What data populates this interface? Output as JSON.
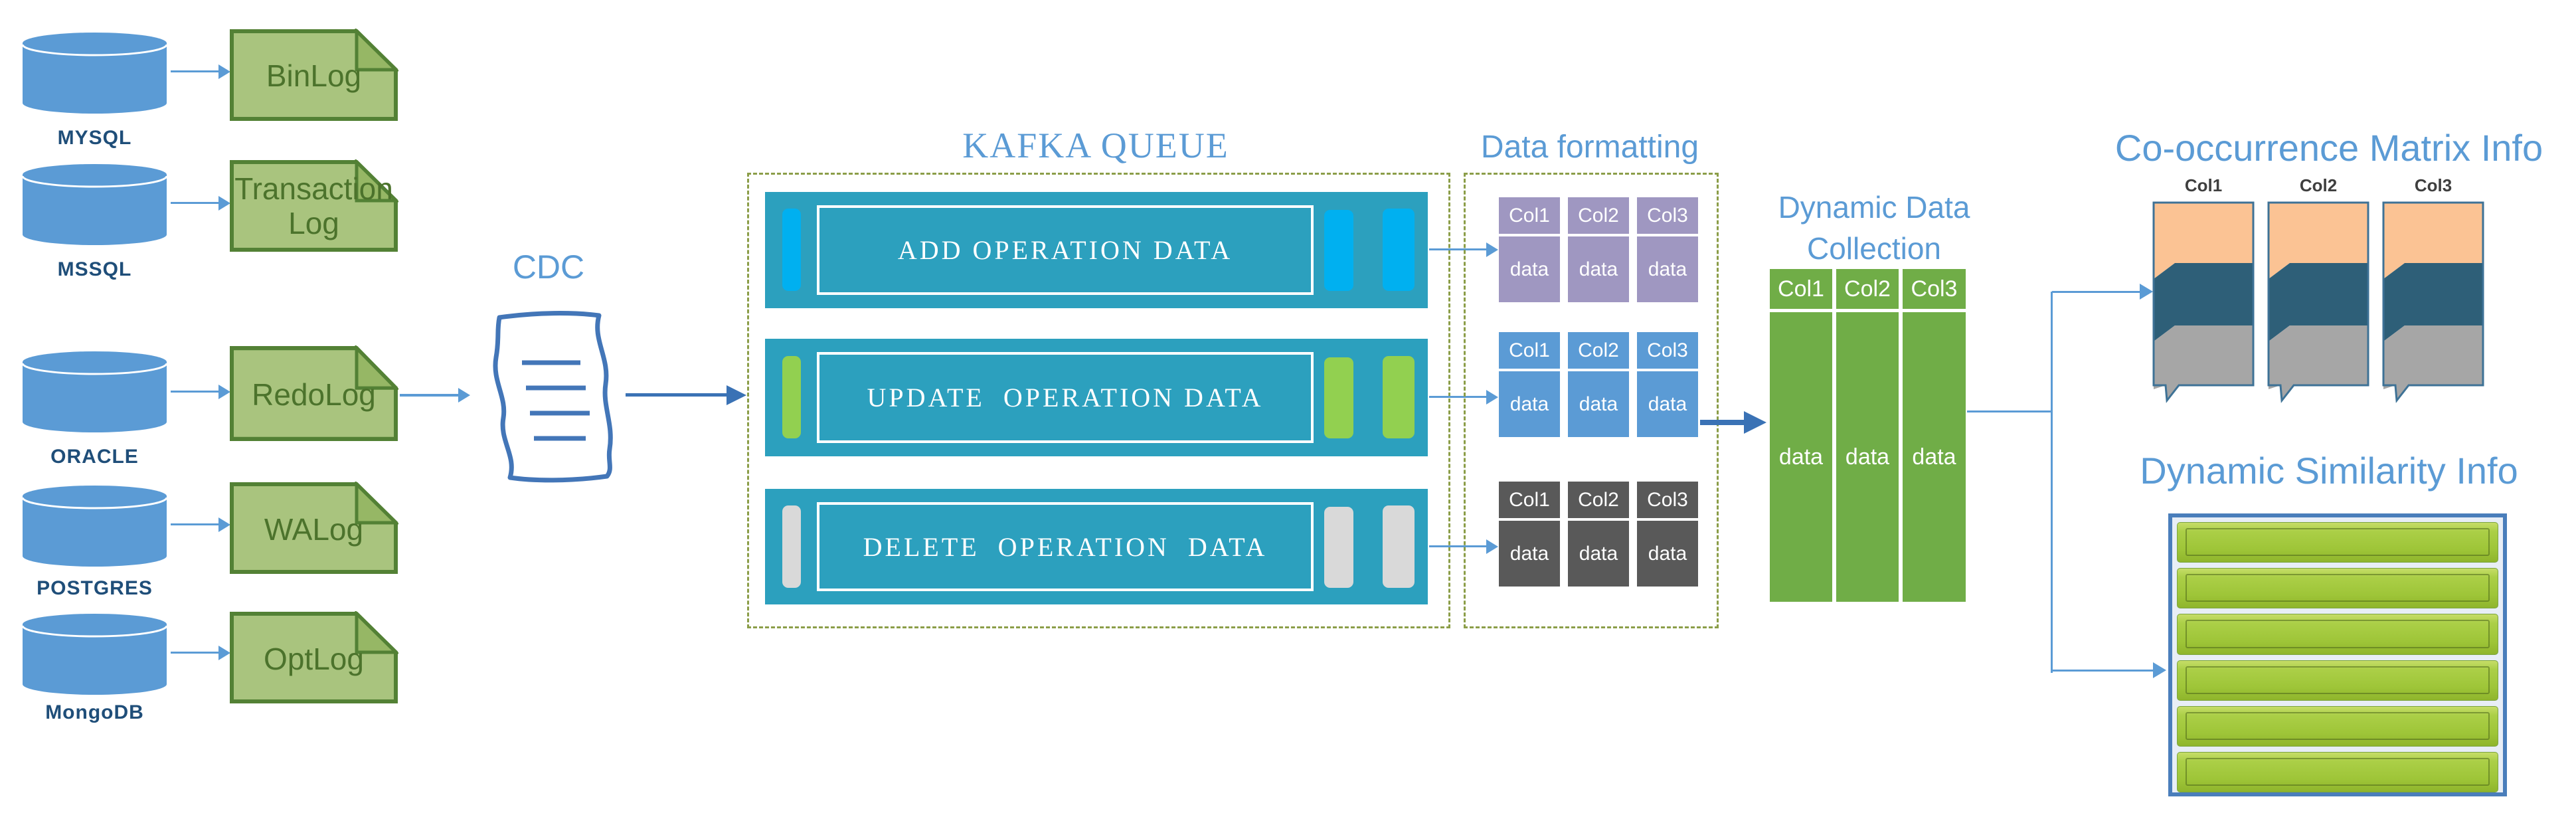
{
  "palette": {
    "cylinder_blue": "#5B9BD5",
    "db_label_navy": "#1F4E79",
    "log_fill_green": "#A9C47E",
    "log_border_green": "#538135",
    "log_text_green": "#4C732C",
    "section_title_blue": "#5B9BD5",
    "arrow_light_blue": "#5B9BD5",
    "arrow_dark_blue": "#3A72B5",
    "kafka_row_teal": "#2CA0BE",
    "add_accent_cyan": "#00B0F0",
    "update_accent_green": "#92D050",
    "delete_accent_gray": "#D9D9D9",
    "dashed_border_olive": "#8C9E49",
    "table_purple": "#9F97C1",
    "table_blue": "#5B9BD5",
    "table_dark_gray": "#595959",
    "collection_green": "#70AD47",
    "matrix_orange": "#FBC394",
    "matrix_dark_teal": "#2E5F78",
    "matrix_gray": "#A6A6A6",
    "matrix_border_blue": "#3E7296",
    "similarity_bar_green": "#A6CB49",
    "similarity_border_blue": "#4A7EBB"
  },
  "databases": {
    "items": [
      {
        "name": "MYSQL",
        "log": "BinLog"
      },
      {
        "name": "MSSQL",
        "log": "Transaction Log"
      },
      {
        "name": "ORACLE",
        "log": "RedoLog"
      },
      {
        "name": "POSTGRES",
        "log": "WALog"
      },
      {
        "name": "MongoDB",
        "log": "OptLog"
      }
    ]
  },
  "cdc": {
    "label": "CDC"
  },
  "kafka": {
    "title": "KAFKA QUEUE",
    "rows": [
      {
        "label": "ADD OPERATION DATA"
      },
      {
        "label": "UPDATE  OPERATION DATA"
      },
      {
        "label": "DELETE  OPERATION  DATA"
      }
    ]
  },
  "formatting": {
    "title": "Data formatting",
    "column_headers": [
      "Col1",
      "Col2",
      "Col3"
    ],
    "cell_label": "data",
    "tables": [
      {
        "name": "add-operations"
      },
      {
        "name": "update-operations"
      },
      {
        "name": "delete-operations"
      }
    ]
  },
  "collection": {
    "title_line1": "Dynamic Data",
    "title_line2": "Collection",
    "column_headers": [
      "Col1",
      "Col2",
      "Col3"
    ],
    "cell_label": "data"
  },
  "cooccurrence": {
    "title": "Co-occurrence Matrix Info",
    "column_headers": [
      "Col1",
      "Col2",
      "Col3"
    ]
  },
  "similarity": {
    "title": "Dynamic Similarity Info",
    "bar_count": 6
  }
}
